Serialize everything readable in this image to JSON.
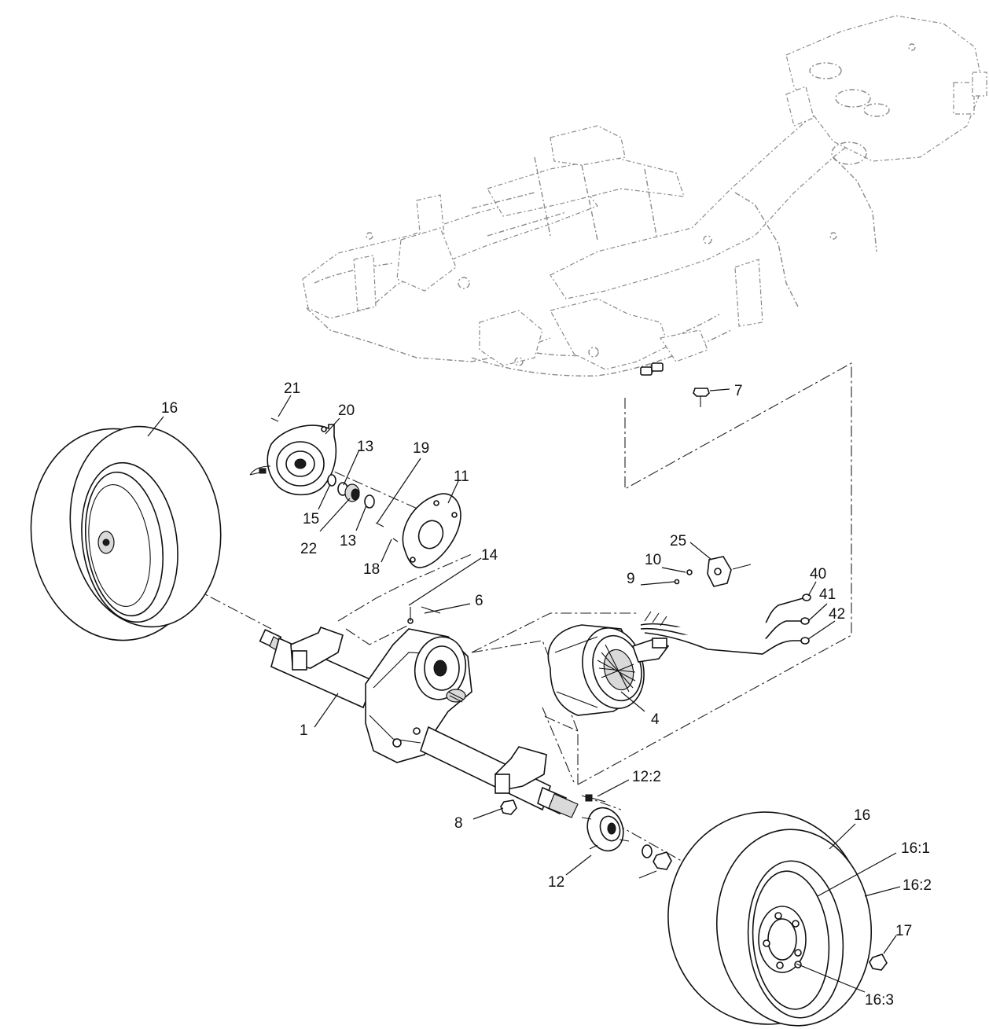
{
  "callouts": [
    {
      "id": "c-1",
      "label": "1"
    },
    {
      "id": "c-4",
      "label": "4"
    },
    {
      "id": "c-6",
      "label": "6"
    },
    {
      "id": "c-7",
      "label": "7"
    },
    {
      "id": "c-8",
      "label": "8"
    },
    {
      "id": "c-9",
      "label": "9"
    },
    {
      "id": "c-10",
      "label": "10"
    },
    {
      "id": "c-11",
      "label": "11"
    },
    {
      "id": "c-12",
      "label": "12"
    },
    {
      "id": "c-12-2",
      "label": "12:2"
    },
    {
      "id": "c-13a",
      "label": "13"
    },
    {
      "id": "c-13b",
      "label": "13"
    },
    {
      "id": "c-14",
      "label": "14"
    },
    {
      "id": "c-15",
      "label": "15"
    },
    {
      "id": "c-16-left",
      "label": "16"
    },
    {
      "id": "c-16-right",
      "label": "16"
    },
    {
      "id": "c-16-1",
      "label": "16:1"
    },
    {
      "id": "c-16-2",
      "label": "16:2"
    },
    {
      "id": "c-16-3",
      "label": "16:3"
    },
    {
      "id": "c-17",
      "label": "17"
    },
    {
      "id": "c-18",
      "label": "18"
    },
    {
      "id": "c-19",
      "label": "19"
    },
    {
      "id": "c-20",
      "label": "20"
    },
    {
      "id": "c-21",
      "label": "21"
    },
    {
      "id": "c-22",
      "label": "22"
    },
    {
      "id": "c-25",
      "label": "25"
    },
    {
      "id": "c-40",
      "label": "40"
    },
    {
      "id": "c-41",
      "label": "41"
    },
    {
      "id": "c-42",
      "label": "42"
    }
  ]
}
